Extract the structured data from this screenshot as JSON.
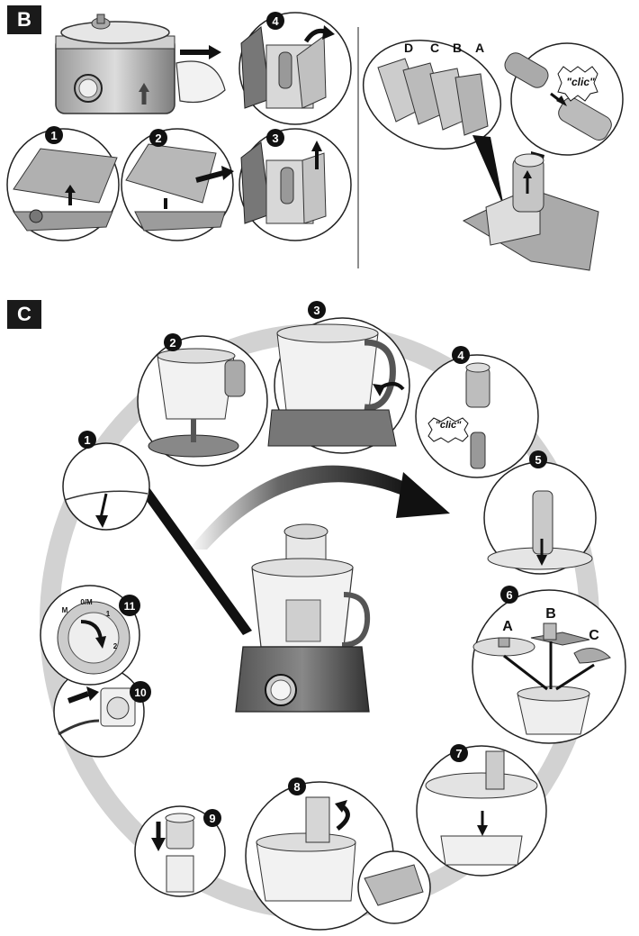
{
  "sections": {
    "b": "B",
    "c": "C"
  },
  "b_steps": [
    "1",
    "2",
    "3",
    "4"
  ],
  "b_parts": [
    "D",
    "C",
    "B",
    "A"
  ],
  "b_clic": "\"clic\"",
  "c_steps": [
    "1",
    "2",
    "3",
    "4",
    "5",
    "6",
    "7",
    "8",
    "9",
    "10",
    "11"
  ],
  "c_clic": "\"clic\"",
  "c_blades": [
    "A",
    "B",
    "C"
  ],
  "dial": {
    "top": "0/M",
    "left": "M",
    "one": "1",
    "two": "2"
  }
}
